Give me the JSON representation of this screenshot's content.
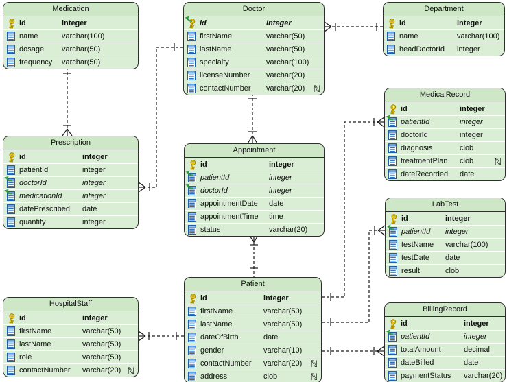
{
  "colors": {
    "entity_fill": "#d9eed4",
    "entity_header_fill": "#cde7c7",
    "entity_border": "#2e2e2e",
    "connector": "#1a1a1a",
    "primary_key_yellow": "#f2c500",
    "foreign_key_green": "#2e9e44",
    "column_icon_blue": "#1f5fa9"
  },
  "entities": [
    {
      "name": "Medication",
      "columns": [
        {
          "name": "id",
          "type": "integer",
          "pk": true
        },
        {
          "name": "name",
          "type": "varchar(100)"
        },
        {
          "name": "dosage",
          "type": "varchar(50)"
        },
        {
          "name": "frequency",
          "type": "varchar(50)"
        }
      ]
    },
    {
      "name": "Doctor",
      "columns": [
        {
          "name": "id",
          "type": "integer",
          "pk": true,
          "fk": true
        },
        {
          "name": "firstName",
          "type": "varchar(50)"
        },
        {
          "name": "lastName",
          "type": "varchar(50)"
        },
        {
          "name": "specialty",
          "type": "varchar(100)"
        },
        {
          "name": "licenseNumber",
          "type": "varchar(20)"
        },
        {
          "name": "contactNumber",
          "type": "varchar(20)",
          "nullable": true
        }
      ]
    },
    {
      "name": "Department",
      "columns": [
        {
          "name": "id",
          "type": "integer",
          "pk": true
        },
        {
          "name": "name",
          "type": "varchar(100)"
        },
        {
          "name": "headDoctorId",
          "type": "integer"
        }
      ]
    },
    {
      "name": "Prescription",
      "columns": [
        {
          "name": "id",
          "type": "integer",
          "pk": true
        },
        {
          "name": "patientId",
          "type": "integer"
        },
        {
          "name": "doctorId",
          "type": "integer",
          "fk": true
        },
        {
          "name": "medicationId",
          "type": "integer",
          "fk": true
        },
        {
          "name": "datePrescribed",
          "type": "date"
        },
        {
          "name": "quantity",
          "type": "integer"
        }
      ]
    },
    {
      "name": "Appointment",
      "columns": [
        {
          "name": "id",
          "type": "integer",
          "pk": true
        },
        {
          "name": "patientId",
          "type": "integer",
          "fk": true
        },
        {
          "name": "doctorId",
          "type": "integer",
          "fk": true
        },
        {
          "name": "appointmentDate",
          "type": "date"
        },
        {
          "name": "appointmentTime",
          "type": "time"
        },
        {
          "name": "status",
          "type": "varchar(20)"
        }
      ]
    },
    {
      "name": "MedicalRecord",
      "columns": [
        {
          "name": "id",
          "type": "integer",
          "pk": true
        },
        {
          "name": "patientId",
          "type": "integer",
          "fk": true
        },
        {
          "name": "doctorId",
          "type": "integer"
        },
        {
          "name": "diagnosis",
          "type": "clob"
        },
        {
          "name": "treatmentPlan",
          "type": "clob",
          "nullable": true
        },
        {
          "name": "dateRecorded",
          "type": "date"
        }
      ]
    },
    {
      "name": "LabTest",
      "columns": [
        {
          "name": "id",
          "type": "integer",
          "pk": true
        },
        {
          "name": "patientId",
          "type": "integer",
          "fk": true
        },
        {
          "name": "testName",
          "type": "varchar(100)"
        },
        {
          "name": "testDate",
          "type": "date"
        },
        {
          "name": "result",
          "type": "clob"
        }
      ]
    },
    {
      "name": "HospitalStaff",
      "columns": [
        {
          "name": "id",
          "type": "integer",
          "pk": true
        },
        {
          "name": "firstName",
          "type": "varchar(50)"
        },
        {
          "name": "lastName",
          "type": "varchar(50)"
        },
        {
          "name": "role",
          "type": "varchar(50)"
        },
        {
          "name": "contactNumber",
          "type": "varchar(20)",
          "nullable": true
        }
      ]
    },
    {
      "name": "Patient",
      "columns": [
        {
          "name": "id",
          "type": "integer",
          "pk": true
        },
        {
          "name": "firstName",
          "type": "varchar(50)"
        },
        {
          "name": "lastName",
          "type": "varchar(50)"
        },
        {
          "name": "dateOfBirth",
          "type": "date"
        },
        {
          "name": "gender",
          "type": "varchar(10)"
        },
        {
          "name": "contactNumber",
          "type": "varchar(20)",
          "nullable": true
        },
        {
          "name": "address",
          "type": "clob",
          "nullable": true
        }
      ]
    },
    {
      "name": "BillingRecord",
      "columns": [
        {
          "name": "id",
          "type": "integer",
          "pk": true
        },
        {
          "name": "patientId",
          "type": "integer",
          "fk": true
        },
        {
          "name": "totalAmount",
          "type": "decimal"
        },
        {
          "name": "dateBilled",
          "type": "date"
        },
        {
          "name": "paymentStatus",
          "type": "varchar(20)"
        }
      ]
    }
  ],
  "relationships": [
    {
      "one": "Medication",
      "many": "Prescription"
    },
    {
      "one": "Department",
      "many": "Doctor"
    },
    {
      "one": "Doctor",
      "many": "Prescription"
    },
    {
      "one": "Doctor",
      "many": "Appointment"
    },
    {
      "one": "Patient",
      "many": "Appointment"
    },
    {
      "one": "Patient",
      "many": "MedicalRecord"
    },
    {
      "one": "Patient",
      "many": "LabTest"
    },
    {
      "one": "Patient",
      "many": "BillingRecord"
    },
    {
      "one": "Patient",
      "many": "HospitalStaff"
    }
  ]
}
